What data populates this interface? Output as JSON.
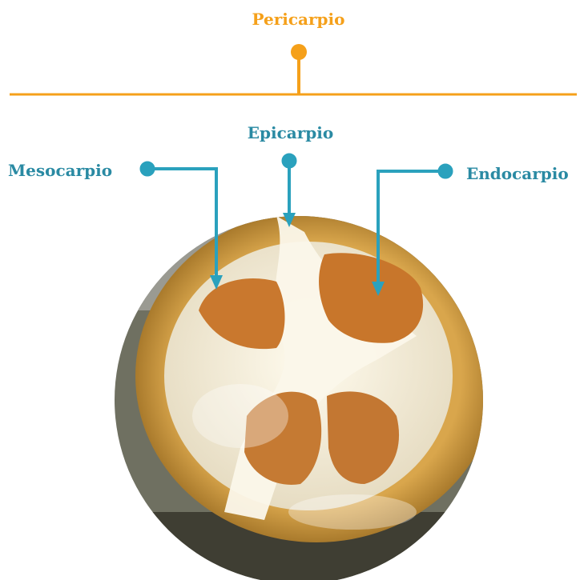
{
  "title": "Pericarpio",
  "labels": {
    "epicarpio": "Epicarpio",
    "mesocarpio": "Mesocarpio",
    "endocarpio": "Endocarpio"
  },
  "colors": {
    "title": "#f5a01a",
    "callout": "#2aa1bd",
    "label_text": "#2a8aa3",
    "rind": "#c89a3a",
    "pulp": "#f3efe2",
    "seed": "#c9782e"
  },
  "image": {
    "subject": "opened fruit cross-section"
  }
}
